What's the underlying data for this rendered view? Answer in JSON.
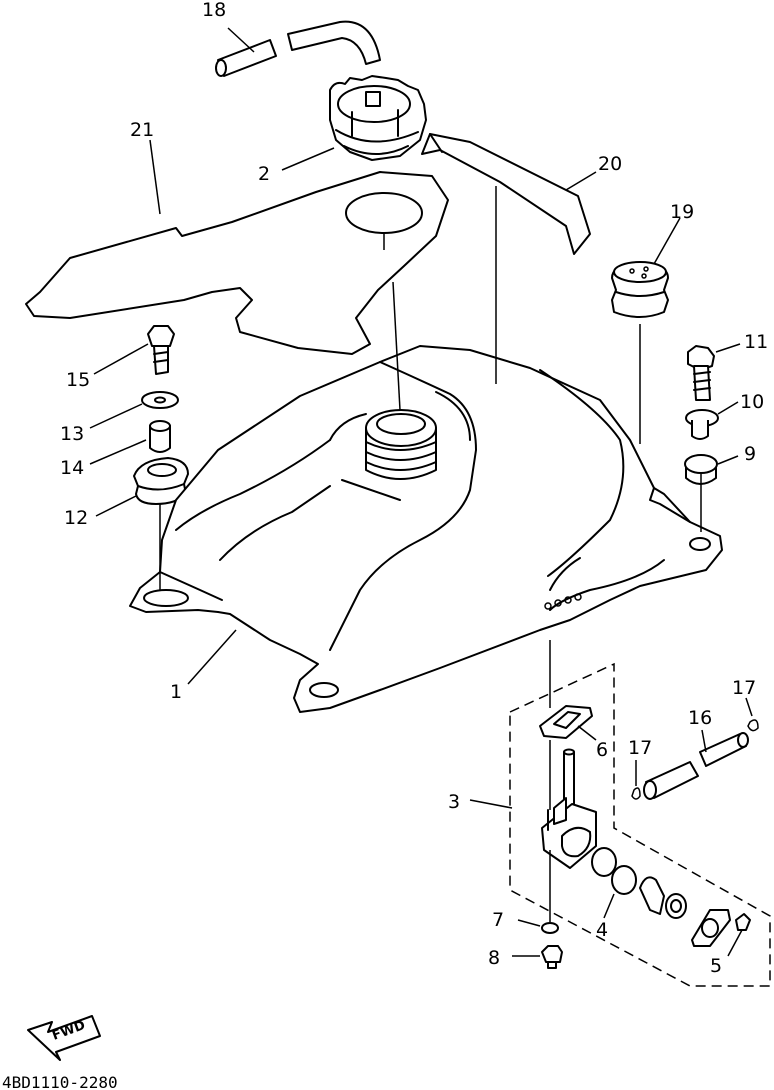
{
  "diagram": {
    "code": "4BD1110-2280",
    "fwd_label": "FWD",
    "callouts": {
      "c1": "1",
      "c2": "2",
      "c3": "3",
      "c4": "4",
      "c5": "5",
      "c6": "6",
      "c7": "7",
      "c8": "8",
      "c9": "9",
      "c10": "10",
      "c11": "11",
      "c12": "12",
      "c13": "13",
      "c14": "14",
      "c15": "15",
      "c16": "16",
      "c17a": "17",
      "c17b": "17",
      "c18": "18",
      "c19": "19",
      "c20": "20",
      "c21": "21"
    }
  }
}
